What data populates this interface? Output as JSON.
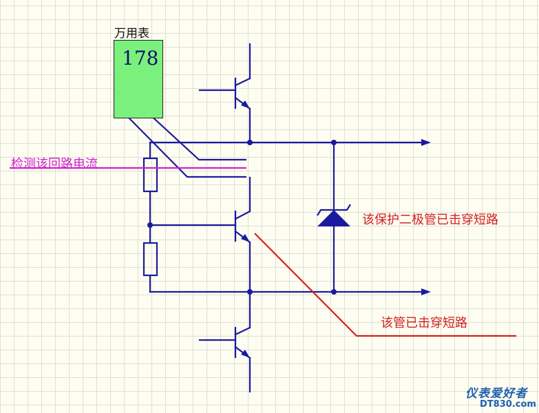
{
  "diagram": {
    "meter": {
      "title": "万用表",
      "reading": "178"
    },
    "labels": {
      "current": "检测该回路电流",
      "diode": "该保护二极管已击穿短路",
      "transistor": "该管已击穿短路"
    },
    "watermark": {
      "cn": "仪表爱好者",
      "en": "DT830.com"
    },
    "colors": {
      "wire": "#1a1aa0",
      "meter_fill": "#7cf07c",
      "current_line": "#d020d0",
      "annotation": "#d42020",
      "watermark": "#1f5fb0"
    }
  }
}
